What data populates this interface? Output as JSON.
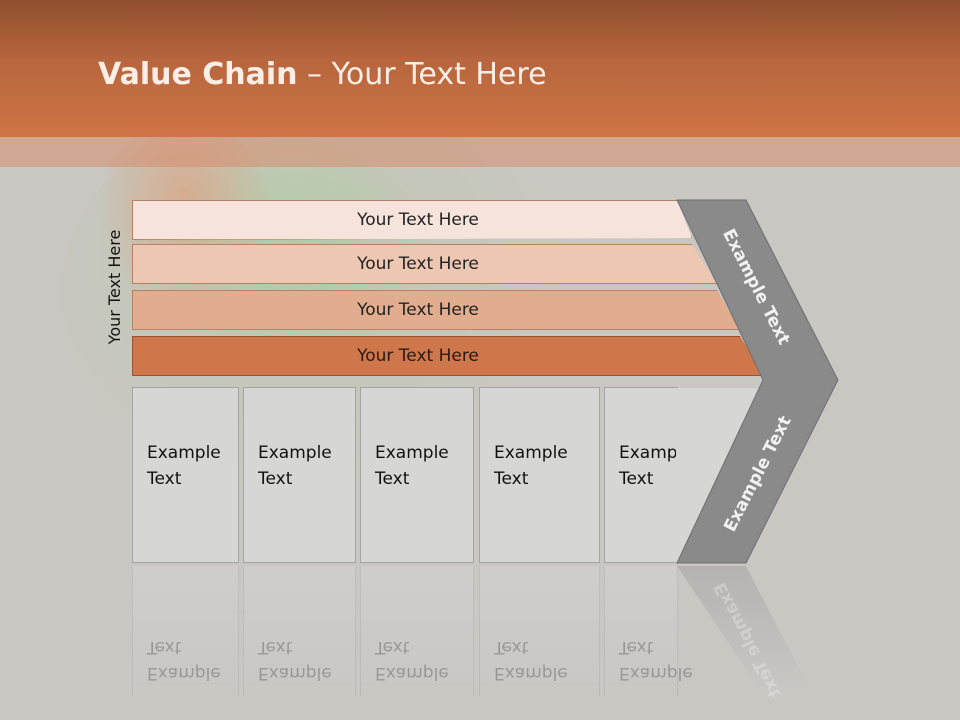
{
  "title": {
    "bold": "Value Chain",
    "rest": " – Your Text Here"
  },
  "side_label": "Your Text Here",
  "bars": [
    {
      "label": "Your Text Here"
    },
    {
      "label": "Your Text Here"
    },
    {
      "label": "Your Text Here"
    },
    {
      "label": "Your Text Here"
    }
  ],
  "cells": [
    {
      "text": "Example\nText"
    },
    {
      "text": "Example\nText"
    },
    {
      "text": "Example\nText"
    },
    {
      "text": "Example\nText"
    },
    {
      "text": "Example\nText"
    }
  ],
  "chevron": {
    "upper_label": "Example Text",
    "lower_label": "Example Text"
  },
  "colors": {
    "header": "#cf7445",
    "chevron": "#8a8a8a",
    "accent_bar": "#d0764b"
  }
}
